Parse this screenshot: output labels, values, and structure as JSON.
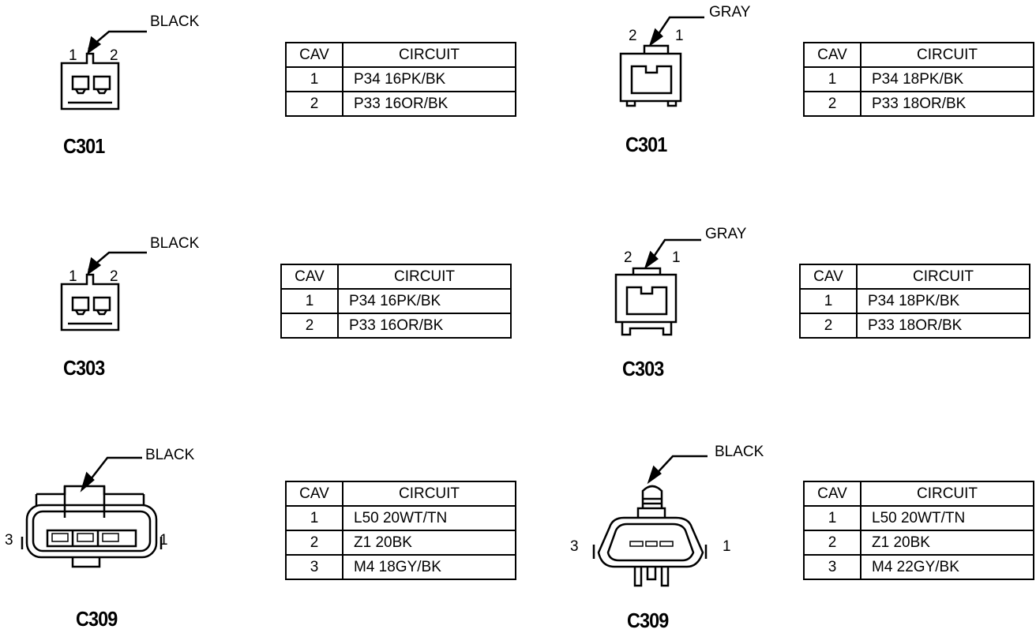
{
  "panels": [
    {
      "name": "C301",
      "housing": "BLACK",
      "pins": [
        "1",
        "2"
      ],
      "table": {
        "headers": [
          "CAV",
          "CIRCUIT"
        ],
        "rows": [
          [
            "1",
            "P34  16PK/BK"
          ],
          [
            "2",
            "P33  16OR/BK"
          ]
        ]
      }
    },
    {
      "name": "C301",
      "housing": "GRAY",
      "pins": [
        "2",
        "1"
      ],
      "table": {
        "headers": [
          "CAV",
          "CIRCUIT"
        ],
        "rows": [
          [
            "1",
            "P34  18PK/BK"
          ],
          [
            "2",
            "P33  18OR/BK"
          ]
        ]
      }
    },
    {
      "name": "C303",
      "housing": "BLACK",
      "pins": [
        "1",
        "2"
      ],
      "table": {
        "headers": [
          "CAV",
          "CIRCUIT"
        ],
        "rows": [
          [
            "1",
            "P34  16PK/BK"
          ],
          [
            "2",
            "P33  16OR/BK"
          ]
        ]
      }
    },
    {
      "name": "C303",
      "housing": "GRAY",
      "pins": [
        "2",
        "1"
      ],
      "table": {
        "headers": [
          "CAV",
          "CIRCUIT"
        ],
        "rows": [
          [
            "1",
            "P34  18PK/BK"
          ],
          [
            "2",
            "P33  18OR/BK"
          ]
        ]
      }
    },
    {
      "name": "C309",
      "housing": "BLACK",
      "pins": [
        "3",
        "1"
      ],
      "table": {
        "headers": [
          "CAV",
          "CIRCUIT"
        ],
        "rows": [
          [
            "1",
            "L50  20WT/TN"
          ],
          [
            "2",
            "Z1  20BK"
          ],
          [
            "3",
            "M4  18GY/BK"
          ]
        ]
      }
    },
    {
      "name": "C309",
      "housing": "BLACK",
      "pins": [
        "3",
        "1"
      ],
      "table": {
        "headers": [
          "CAV",
          "CIRCUIT"
        ],
        "rows": [
          [
            "1",
            "L50  20WT/TN"
          ],
          [
            "2",
            "Z1  20BK"
          ],
          [
            "3",
            "M4  22GY/BK"
          ]
        ]
      }
    }
  ]
}
